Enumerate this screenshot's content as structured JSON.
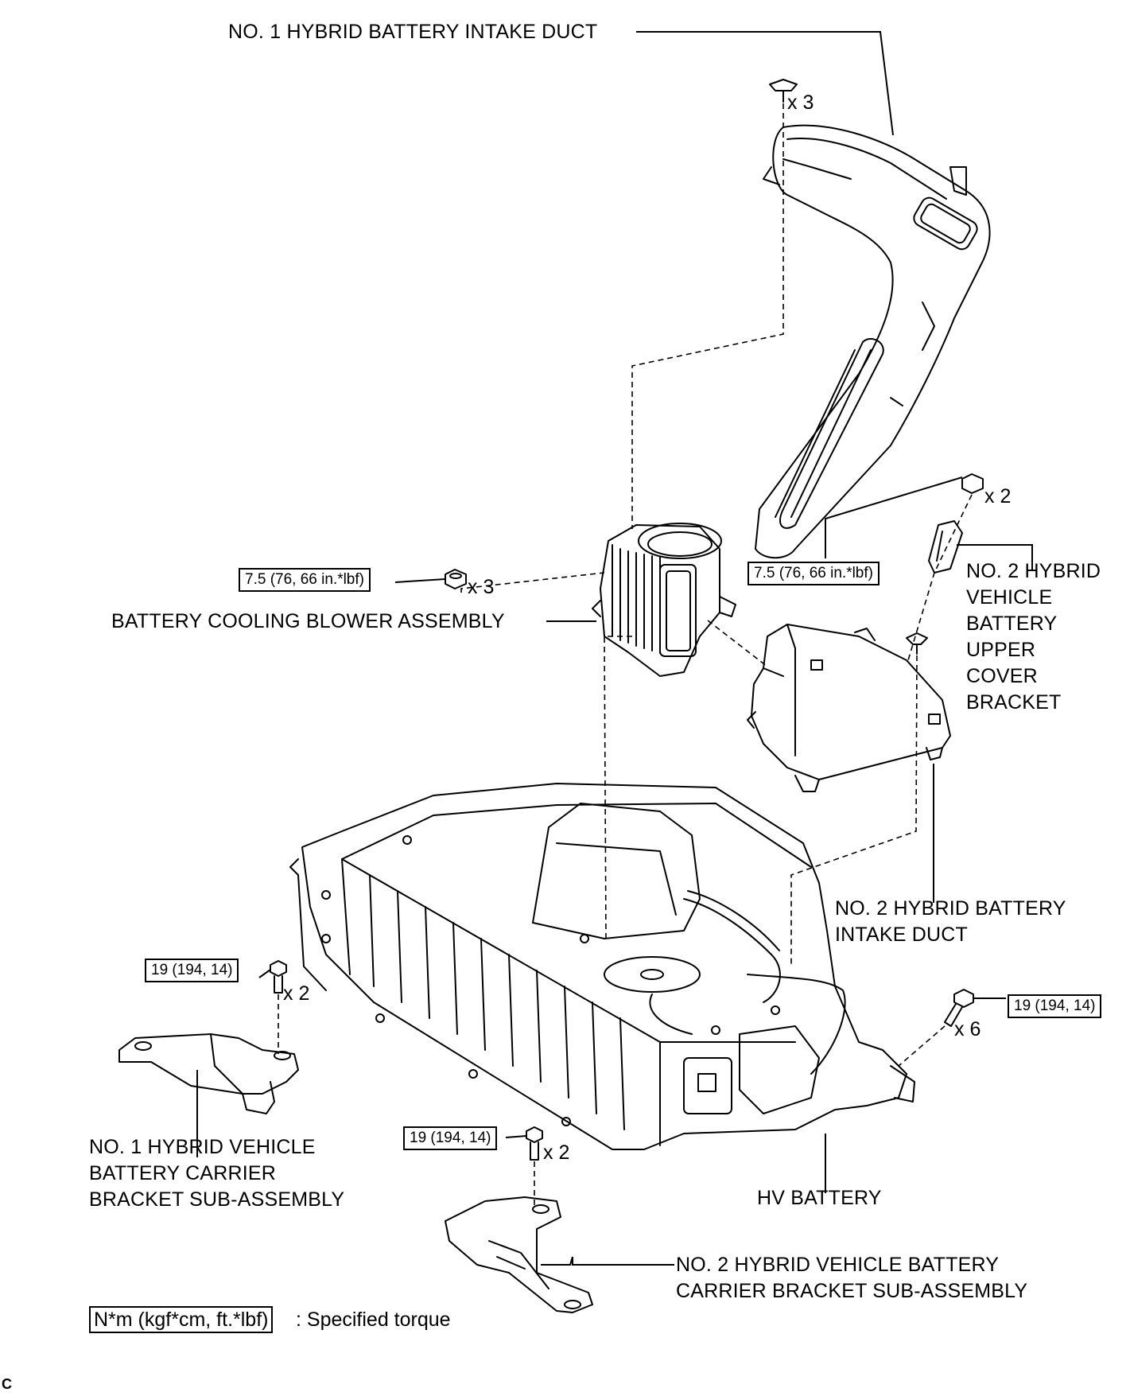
{
  "labels": {
    "intake_duct_1": "NO. 1 HYBRID BATTERY INTAKE DUCT",
    "blower": "BATTERY COOLING BLOWER ASSEMBLY",
    "upper_cover_bracket": [
      "NO. 2 HYBRID",
      "VEHICLE",
      "BATTERY",
      "UPPER",
      "COVER",
      "BRACKET"
    ],
    "intake_duct_2": [
      "NO. 2 HYBRID BATTERY",
      "INTAKE DUCT"
    ],
    "carrier_bracket_1": [
      "NO. 1 HYBRID VEHICLE",
      "BATTERY CARRIER",
      "BRACKET SUB-ASSEMBLY"
    ],
    "hv_battery": "HV BATTERY",
    "carrier_bracket_2": [
      "NO. 2 HYBRID VEHICLE BATTERY",
      "CARRIER BRACKET SUB-ASSEMBLY"
    ]
  },
  "torques": {
    "blower_nut": "7.5 (76, 66 in.*lbf)",
    "duct_nut": "7.5 (76, 66 in.*lbf)",
    "bracket1_bolt": "19 (194, 14)",
    "battery_bolt": "19 (194, 14)",
    "bracket2_bolt": "19 (194, 14)"
  },
  "quantities": {
    "clip_top": "x 3",
    "duct_nut": "x 2",
    "blower_nut": "x 3",
    "bracket1_bolt": "x 2",
    "battery_bolt": "x 6",
    "bracket2_bolt": "x 2"
  },
  "legend": {
    "unit": "N*m (kgf*cm, ft.*lbf)",
    "text": ": Specified torque"
  },
  "code": "C"
}
